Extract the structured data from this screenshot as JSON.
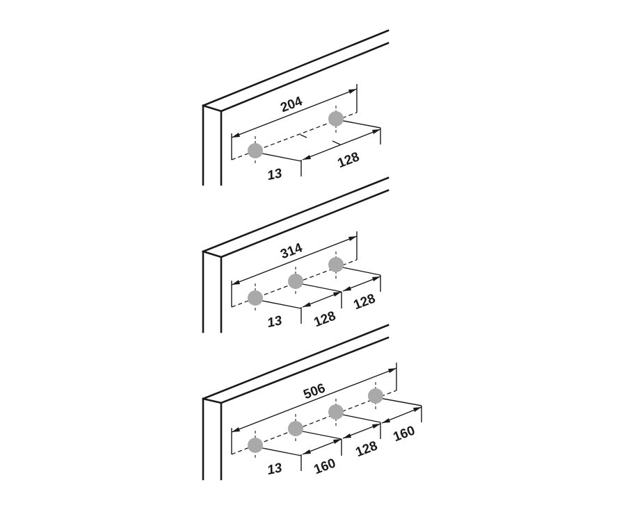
{
  "diagrams": [
    {
      "id": "two-hole",
      "total_label": "204",
      "offset_label": "13",
      "spacing_labels": [
        "128"
      ],
      "hole_count": 2,
      "overall_mm": 204,
      "edge_offset_mm": 13,
      "spacings_mm": [
        128
      ]
    },
    {
      "id": "three-hole",
      "total_label": "314",
      "offset_label": "13",
      "spacing_labels": [
        "128",
        "128"
      ],
      "hole_count": 3,
      "overall_mm": 314,
      "edge_offset_mm": 13,
      "spacings_mm": [
        128,
        128
      ]
    },
    {
      "id": "four-hole",
      "total_label": "506",
      "offset_label": "13",
      "spacing_labels": [
        "160",
        "128",
        "160"
      ],
      "hole_count": 4,
      "overall_mm": 506,
      "edge_offset_mm": 13,
      "spacings_mm": [
        160,
        128,
        160
      ]
    }
  ],
  "colors": {
    "line": "#1a1a1a",
    "hole": "#a9a9a9",
    "background": "#ffffff"
  }
}
